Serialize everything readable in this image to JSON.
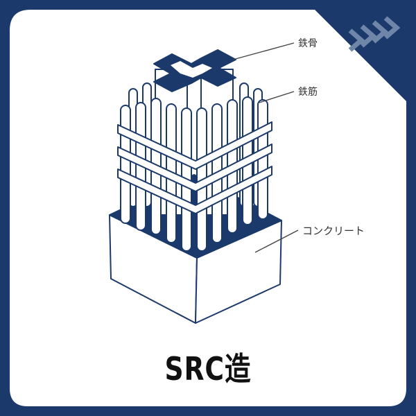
{
  "colors": {
    "frame": "#1b3a6b",
    "outline": "#1b3a6b",
    "fill": "#ffffff"
  },
  "badge_icon": "chevron-arrows-icon",
  "labels": {
    "steel_frame": "鉄骨",
    "rebar": "鉄筋",
    "concrete": "コンクリート"
  },
  "caption": "SRC造"
}
